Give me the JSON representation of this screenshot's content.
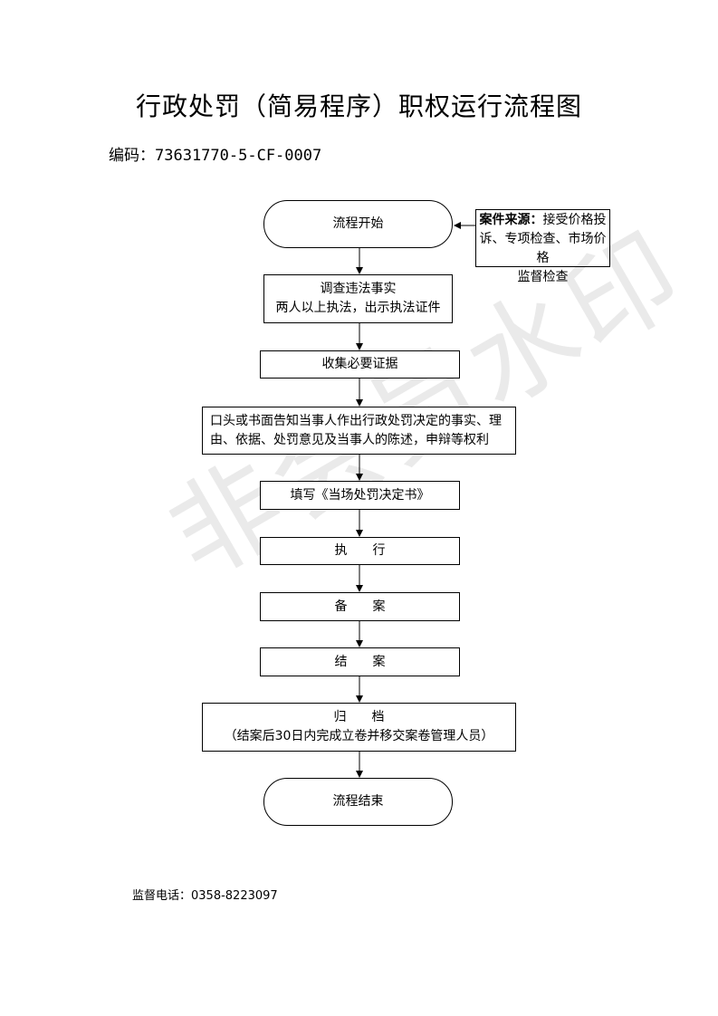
{
  "title": "行政处罚（简易程序）职权运行流程图",
  "code": {
    "label": "编码：",
    "value": "73631770-5-CF-0007"
  },
  "watermark": "非会员水印",
  "source": {
    "label": "案件来源：",
    "line1_rest": "接受价格投",
    "line2": "诉、专项检查、市场价格",
    "line3": "监督检查"
  },
  "steps": {
    "start": "流程开始",
    "investigate": [
      "调查违法事实",
      "两人以上执法，出示执法证件"
    ],
    "collect": "收集必要证据",
    "notify": [
      "口头或书面告知当事人作出行政处罚决定的事实、理",
      "由、依据、处罚意见及当事人的陈述，申辩等权利"
    ],
    "fill": "填写《当场处罚决定书》",
    "execute": "执　　行",
    "record": "备　　案",
    "close": "结　　案",
    "archive": [
      "归　　档",
      "（结案后30日内完成立卷并移交案卷管理人员）"
    ],
    "end": "流程结束"
  },
  "footer": {
    "phone": "监督电话：0358-8223097"
  }
}
